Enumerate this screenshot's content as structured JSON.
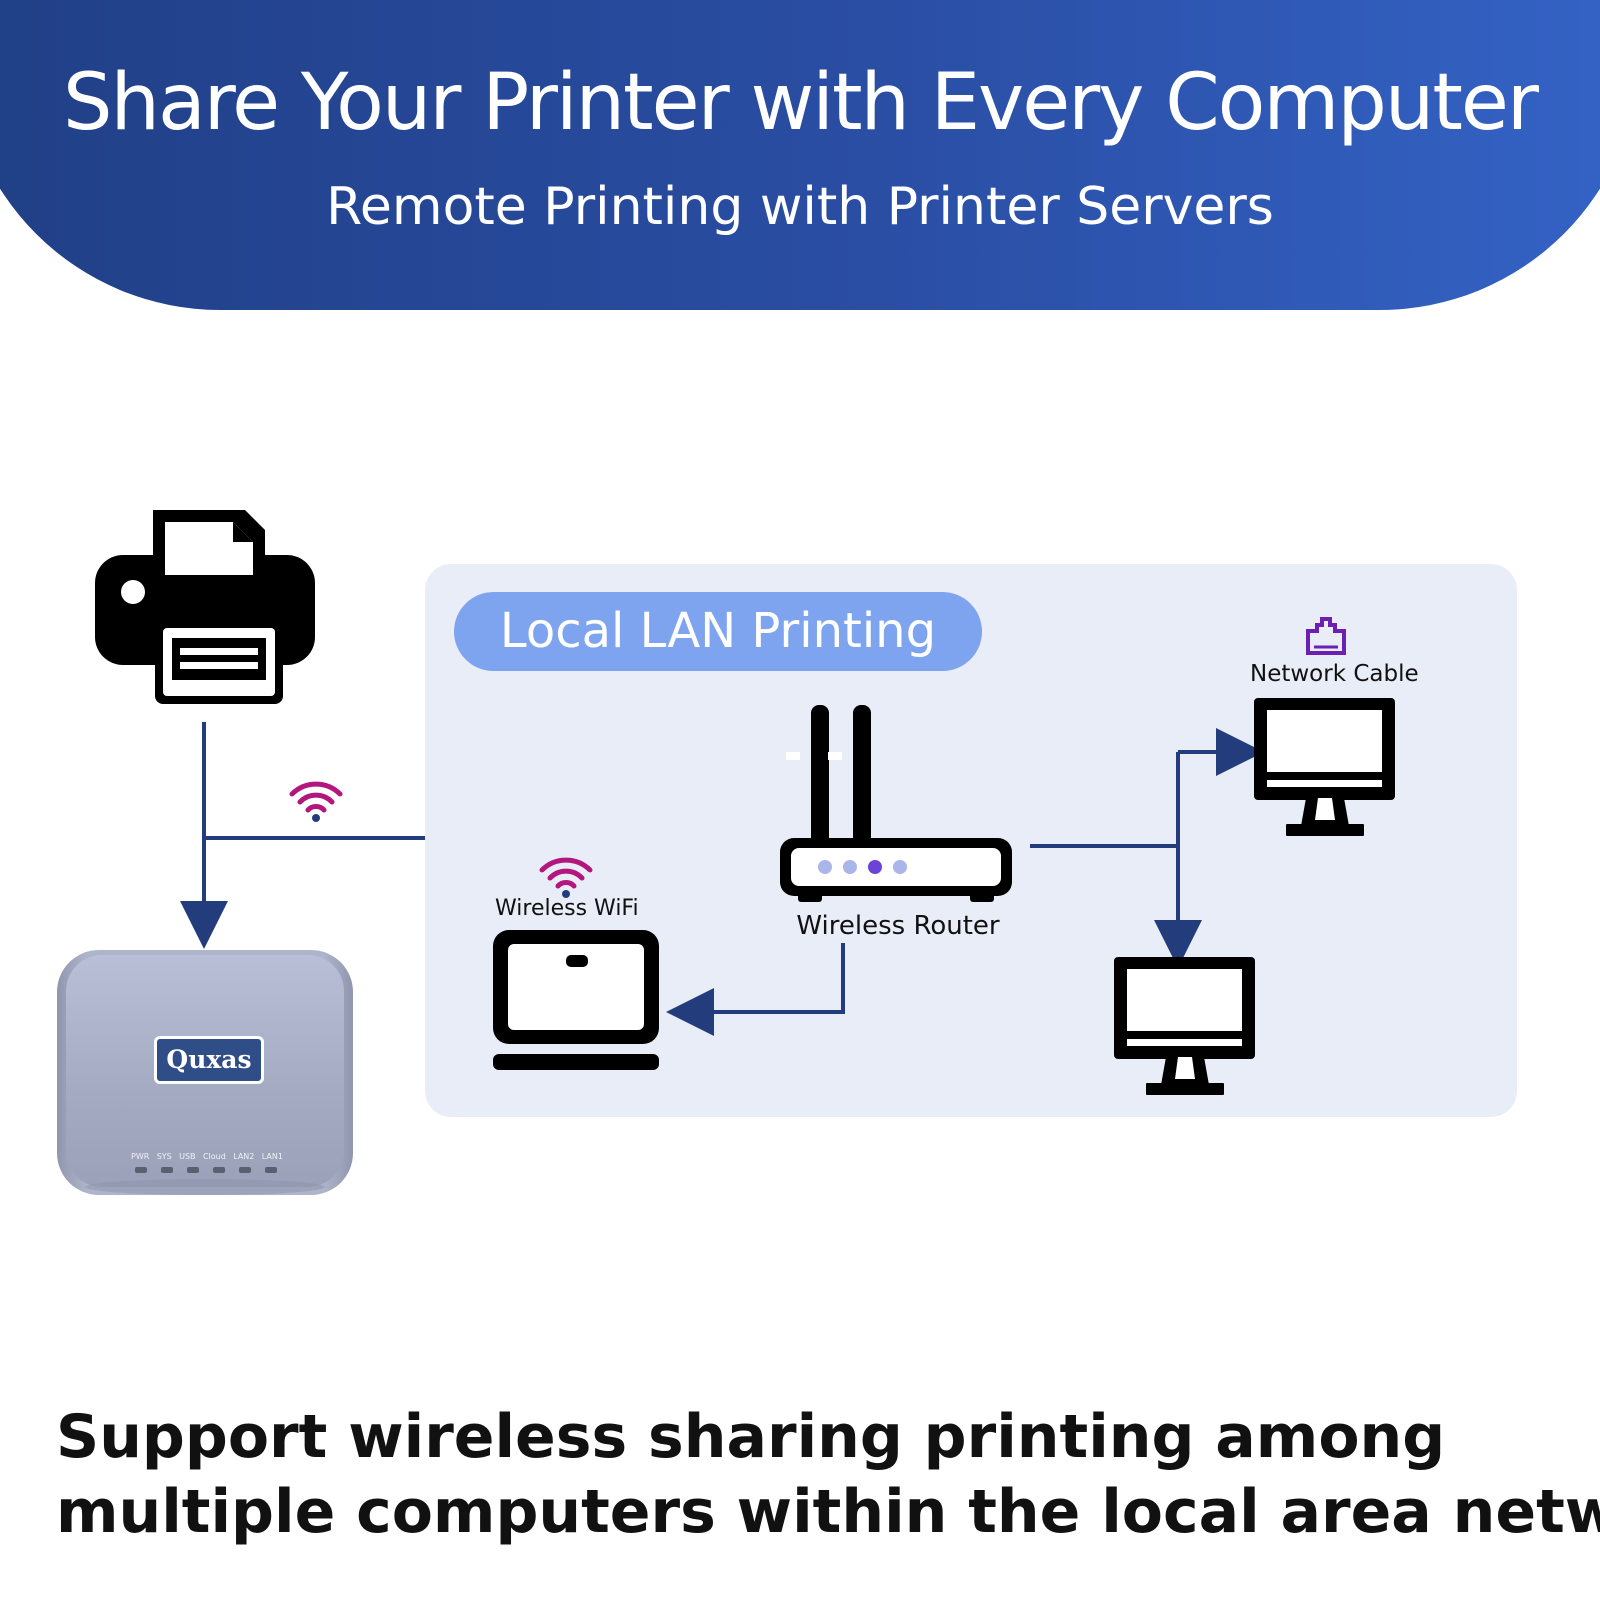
{
  "header": {
    "title": "Share Your Printer with Every Computer",
    "subtitle": "Remote Printing with Printer Servers"
  },
  "lan": {
    "label": "Local LAN Printing",
    "network_cable_label": "Network Cable",
    "router_label": "Wireless Router",
    "wifi_label": "Wireless WiFi"
  },
  "device": {
    "brand": "Quxas",
    "leds": [
      "PWR",
      "SYS",
      "USB",
      "Cloud",
      "LAN2",
      "LAN1"
    ]
  },
  "footer": {
    "line1": "Support wireless sharing  printing among",
    "line2": "multiple computers within the local area network"
  },
  "colors": {
    "header_start": "#203f86",
    "header_end": "#3463c6",
    "panel": "#e9edf8",
    "pill": "#7fa4ef",
    "connector": "#233d7c",
    "wifi": "#b3167c",
    "device": "#a7adc5"
  },
  "icons": [
    "printer-icon",
    "wifi-icon",
    "router-icon",
    "laptop-icon",
    "monitor-icon",
    "network-port-icon",
    "print-server-device"
  ]
}
